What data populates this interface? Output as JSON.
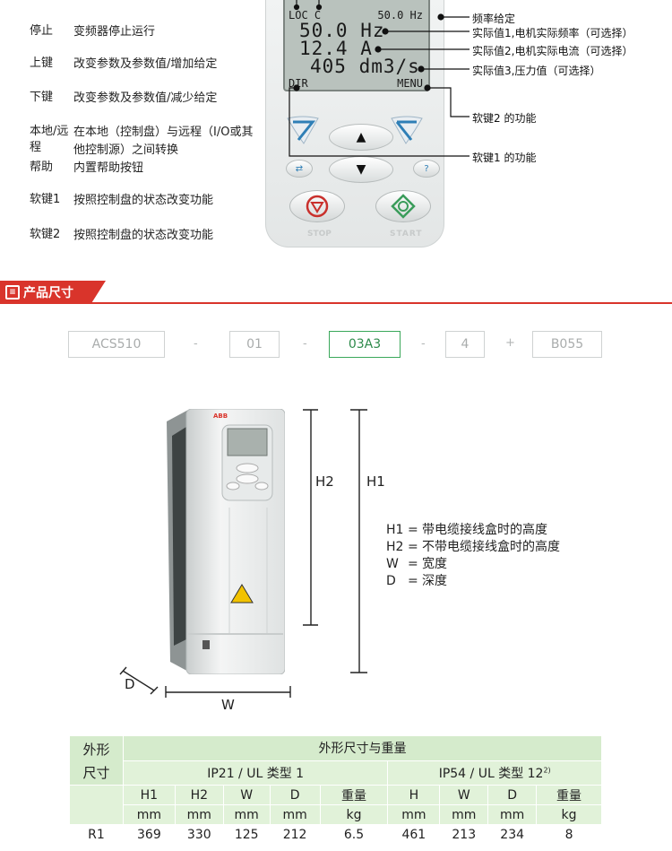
{
  "key_descriptions": [
    {
      "key": "停止",
      "desc": "变频器停止运行"
    },
    {
      "key": "上键",
      "desc": "改变参数及参数值/增加给定"
    },
    {
      "key": "下键",
      "desc": "改变参数及参数值/减少给定"
    },
    {
      "key": "本地/远程",
      "desc": "在本地（控制盘）与远程（I/O或其他控制源）之间转换"
    },
    {
      "key": "帮助",
      "desc": "内置帮助按钮"
    },
    {
      "key": "软键1",
      "desc": "按照控制盘的状态改变功能"
    },
    {
      "key": "软键2",
      "desc": "按照控制盘的状态改变功能"
    }
  ],
  "key_layout": [
    {
      "k1": "停止",
      "d1": "变频器停止运行"
    },
    {
      "k1": "上键",
      "d1": "改变参数及参数值/增加给定"
    },
    {
      "k1": "下键",
      "d1": "改变参数及参数值/减少给定"
    }
  ],
  "panel": {
    "lcd": {
      "loc": "LOC C",
      "reference": "50.0 Hz",
      "value1": "50.0 Hz",
      "value2": "12.4 A",
      "value3": "405 dm3/s",
      "soft_left": "DIR",
      "soft_right": "MENU"
    },
    "stop_label": "STOP",
    "start_label": "START",
    "help_label": "?"
  },
  "callouts": {
    "freq_ref": "频率给定",
    "actual1": "实际值1,电机实际频率（可选择）",
    "actual2": "实际值2,电机实际电流（可选择）",
    "actual3": "实际值3,压力值（可选择）",
    "softkey2": "软键2 的功能",
    "softkey1": "软键1 的功能"
  },
  "section": {
    "title": "产品尺寸"
  },
  "type_code": {
    "parts": [
      "ACS510",
      "01",
      "03A3",
      "4",
      "B055"
    ],
    "separators": [
      "-",
      "-",
      "-",
      "+"
    ],
    "selected_index": 2
  },
  "drawing": {
    "h2": "H2",
    "h1": "H1",
    "w": "W",
    "d": "D",
    "logo": "ABB",
    "legend": [
      {
        "sym": "H1",
        "eq": "=",
        "text": "带电缆接线盒时的高度"
      },
      {
        "sym": "H2",
        "eq": "=",
        "text": "不带电缆接线盒时的高度"
      },
      {
        "sym": "W",
        "eq": "=",
        "text": "宽度"
      },
      {
        "sym": "D",
        "eq": "=",
        "text": "深度"
      }
    ]
  },
  "table": {
    "frame_header": "外形尺寸",
    "title": "外形尺寸与重量",
    "ip21": "IP21 / UL 类型 1",
    "ip54": "IP54 / UL 类型 12",
    "ip54_note": "2)",
    "cols_ip21": [
      "H1",
      "H2",
      "W",
      "D",
      "重量"
    ],
    "units_ip21": [
      "mm",
      "mm",
      "mm",
      "mm",
      "kg"
    ],
    "cols_ip54": [
      "H",
      "W",
      "D",
      "重量"
    ],
    "units_ip54": [
      "mm",
      "mm",
      "mm",
      "kg"
    ],
    "rows": [
      {
        "frame": "R1",
        "values": [
          "369",
          "330",
          "125",
          "212",
          "6.5",
          "461",
          "213",
          "234",
          "8"
        ]
      }
    ]
  },
  "colors": {
    "accent_red": "#d9342b",
    "table_green": "#d5ebcc",
    "selected_green": "#3aa85a"
  }
}
